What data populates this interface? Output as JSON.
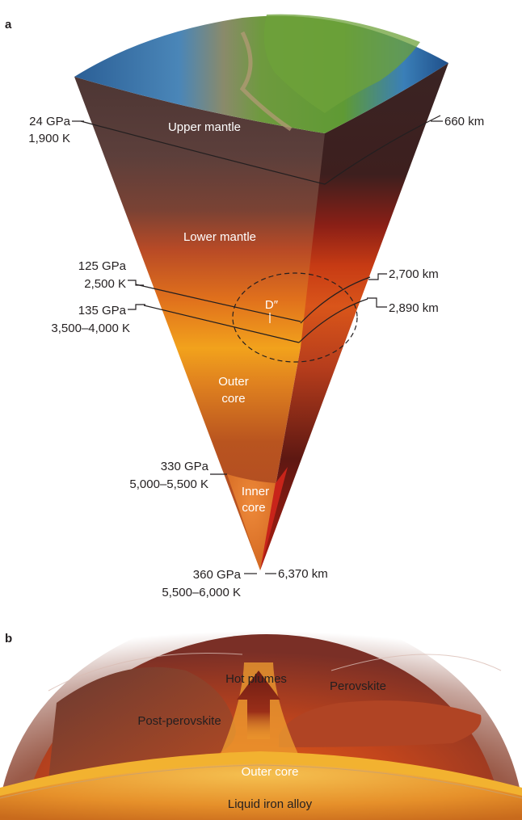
{
  "panel_a": {
    "panel_label": "a",
    "layers": {
      "upper_mantle": "Upper mantle",
      "lower_mantle": "Lower mantle",
      "d_double_prime": "D″",
      "outer_core_line1": "Outer",
      "outer_core_line2": "core",
      "inner_core_line1": "Inner",
      "inner_core_line2": "core"
    },
    "left_annotations": [
      {
        "pressure": "24 GPa",
        "temperature": "1,900 K"
      },
      {
        "pressure": "125 GPa",
        "temperature": "2,500 K"
      },
      {
        "pressure": "135 GPa",
        "temperature": "3,500–4,000 K"
      },
      {
        "pressure": "330 GPa",
        "temperature": "5,000–5,500 K"
      },
      {
        "pressure": "360 GPa",
        "temperature": "5,500–6,000 K"
      }
    ],
    "right_annotations": [
      {
        "depth": "660 km"
      },
      {
        "depth": "2,700 km"
      },
      {
        "depth": "2,890 km"
      },
      {
        "depth": "6,370 km"
      }
    ]
  },
  "panel_b": {
    "panel_label": "b",
    "labels": {
      "hot_plumes": "Hot plumes",
      "perovskite": "Perovskite",
      "post_perovskite": "Post-perovskite",
      "outer_core": "Outer core",
      "liquid_iron": "Liquid iron alloy"
    }
  },
  "colors": {
    "text": "#231f20",
    "upper_mantle": "#5a3f3a",
    "lower_mantle": "#c0502a",
    "d_layer": "#e8a020",
    "outer_core": "#d06a1c",
    "inner_core": "#e07a2a",
    "right_face_red": "#b01d10",
    "plume_arrow": "#6b1c14"
  }
}
